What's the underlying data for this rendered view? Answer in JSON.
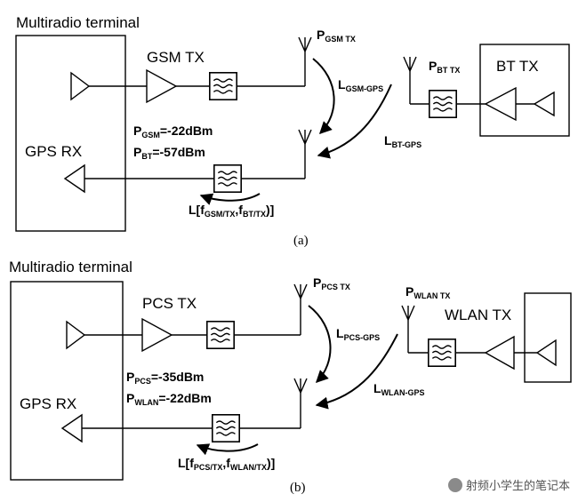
{
  "panels": [
    {
      "id": "a",
      "terminal_title": "Multiradio terminal",
      "tx1_name": "GSM TX",
      "tx2_name": "BT TX",
      "rx_name": "GPS RX",
      "p_tx1": {
        "base": "P",
        "sub": "GSM TX"
      },
      "p_tx2": {
        "base": "P",
        "sub": "BT TX"
      },
      "l_tx1": {
        "base": "L",
        "sub": "GSM-GPS"
      },
      "l_tx2": {
        "base": "L",
        "sub": "BT-GPS"
      },
      "level1": {
        "base": "P",
        "sub": "GSM",
        "value": "=-22dBm"
      },
      "level2": {
        "base": "P",
        "sub": "BT",
        "value": "=-57dBm"
      },
      "imd": {
        "open": "L[f",
        "sub1": "GSM/TX",
        "comma": ",f",
        "sub2": "BT/TX",
        "close": ")]"
      },
      "caption": "(a)"
    },
    {
      "id": "b",
      "terminal_title": "Multiradio terminal",
      "tx1_name": "PCS TX",
      "tx2_name": "WLAN TX",
      "rx_name": "GPS RX",
      "p_tx1": {
        "base": "P",
        "sub": "PCS TX"
      },
      "p_tx2": {
        "base": "P",
        "sub": "WLAN TX"
      },
      "l_tx1": {
        "base": "L",
        "sub": "PCS-GPS"
      },
      "l_tx2": {
        "base": "L",
        "sub": "WLAN-GPS"
      },
      "level1": {
        "base": "P",
        "sub": "PCS",
        "value": "=-35dBm"
      },
      "level2": {
        "base": "P",
        "sub": "WLAN",
        "value": "=-22dBm"
      },
      "imd": {
        "open": "L[f",
        "sub1": "PCS/TX",
        "comma": ",f",
        "sub2": "WLAN/TX",
        "close": ")]"
      },
      "caption": "(b)"
    }
  ],
  "watermark": "射频小学生的笔记本",
  "icons": [
    "amplifier-icon",
    "bandpass-filter-icon",
    "antenna-icon",
    "coupling-arrow-icon"
  ]
}
